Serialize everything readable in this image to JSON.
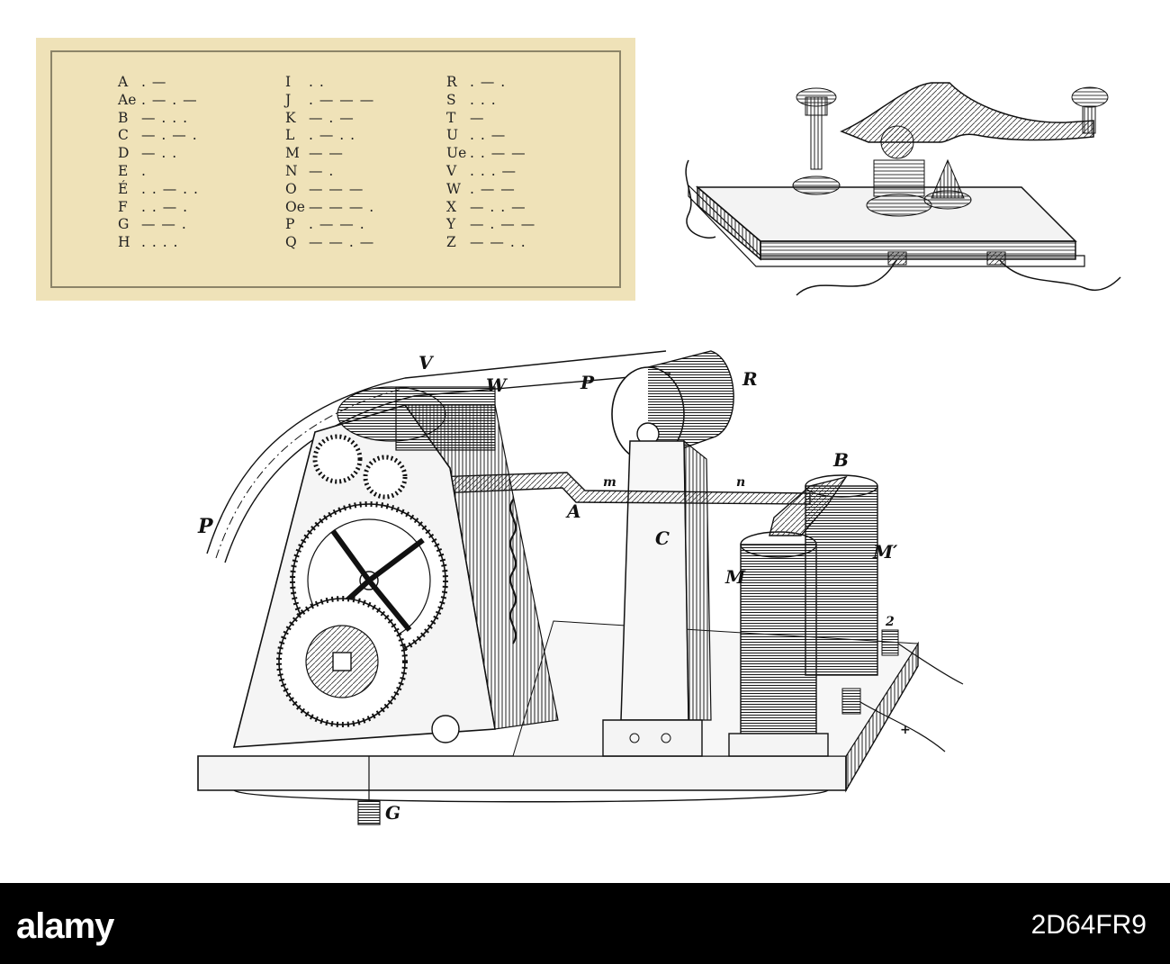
{
  "morse_table": {
    "columns": [
      [
        {
          "letter": "A",
          "code": ". —"
        },
        {
          "letter": "Ae",
          "code": ". — . —"
        },
        {
          "letter": "B",
          "code": "— . . ."
        },
        {
          "letter": "C",
          "code": "— . — ."
        },
        {
          "letter": "D",
          "code": "— . ."
        },
        {
          "letter": "E",
          "code": "."
        },
        {
          "letter": "É",
          "code": ". . — . ."
        },
        {
          "letter": "F",
          "code": ". . — ."
        },
        {
          "letter": "G",
          "code": "— — ."
        },
        {
          "letter": "H",
          "code": ". . . ."
        }
      ],
      [
        {
          "letter": "I",
          "code": ". ."
        },
        {
          "letter": "J",
          "code": ". — — —"
        },
        {
          "letter": "K",
          "code": "— . —"
        },
        {
          "letter": "L",
          "code": ". — . ."
        },
        {
          "letter": "M",
          "code": "— —"
        },
        {
          "letter": "N",
          "code": "— ."
        },
        {
          "letter": "O",
          "code": "— — —"
        },
        {
          "letter": "Oe",
          "code": "— — — ."
        },
        {
          "letter": "P",
          "code": ". — — ."
        },
        {
          "letter": "Q",
          "code": "— — . —"
        }
      ],
      [
        {
          "letter": "R",
          "code": ". — ."
        },
        {
          "letter": "S",
          "code": ". . ."
        },
        {
          "letter": "T",
          "code": "—"
        },
        {
          "letter": "U",
          "code": ". . —"
        },
        {
          "letter": "Ue",
          "code": ". . — —"
        },
        {
          "letter": "V",
          "code": ". . . —"
        },
        {
          "letter": "W",
          "code": ". — —"
        },
        {
          "letter": "X",
          "code": "— . . —"
        },
        {
          "letter": "Y",
          "code": "— . — —"
        },
        {
          "letter": "Z",
          "code": "— — . ."
        }
      ]
    ]
  },
  "recorder_labels": {
    "v": "V",
    "w": "W",
    "p_top": "P",
    "r": "R",
    "p_left": "P",
    "a": "A",
    "c": "C",
    "m": "M",
    "m_prime": "M′",
    "b": "B",
    "g": "G",
    "m_small": "m",
    "n_small": "n",
    "two": "2",
    "plus": "+"
  },
  "footer": {
    "logo": "alamy",
    "image_id": "2D64FR9"
  },
  "colors": {
    "card_background": "#efe2b8",
    "card_border": "#8c8468",
    "footer_background": "#000000"
  }
}
